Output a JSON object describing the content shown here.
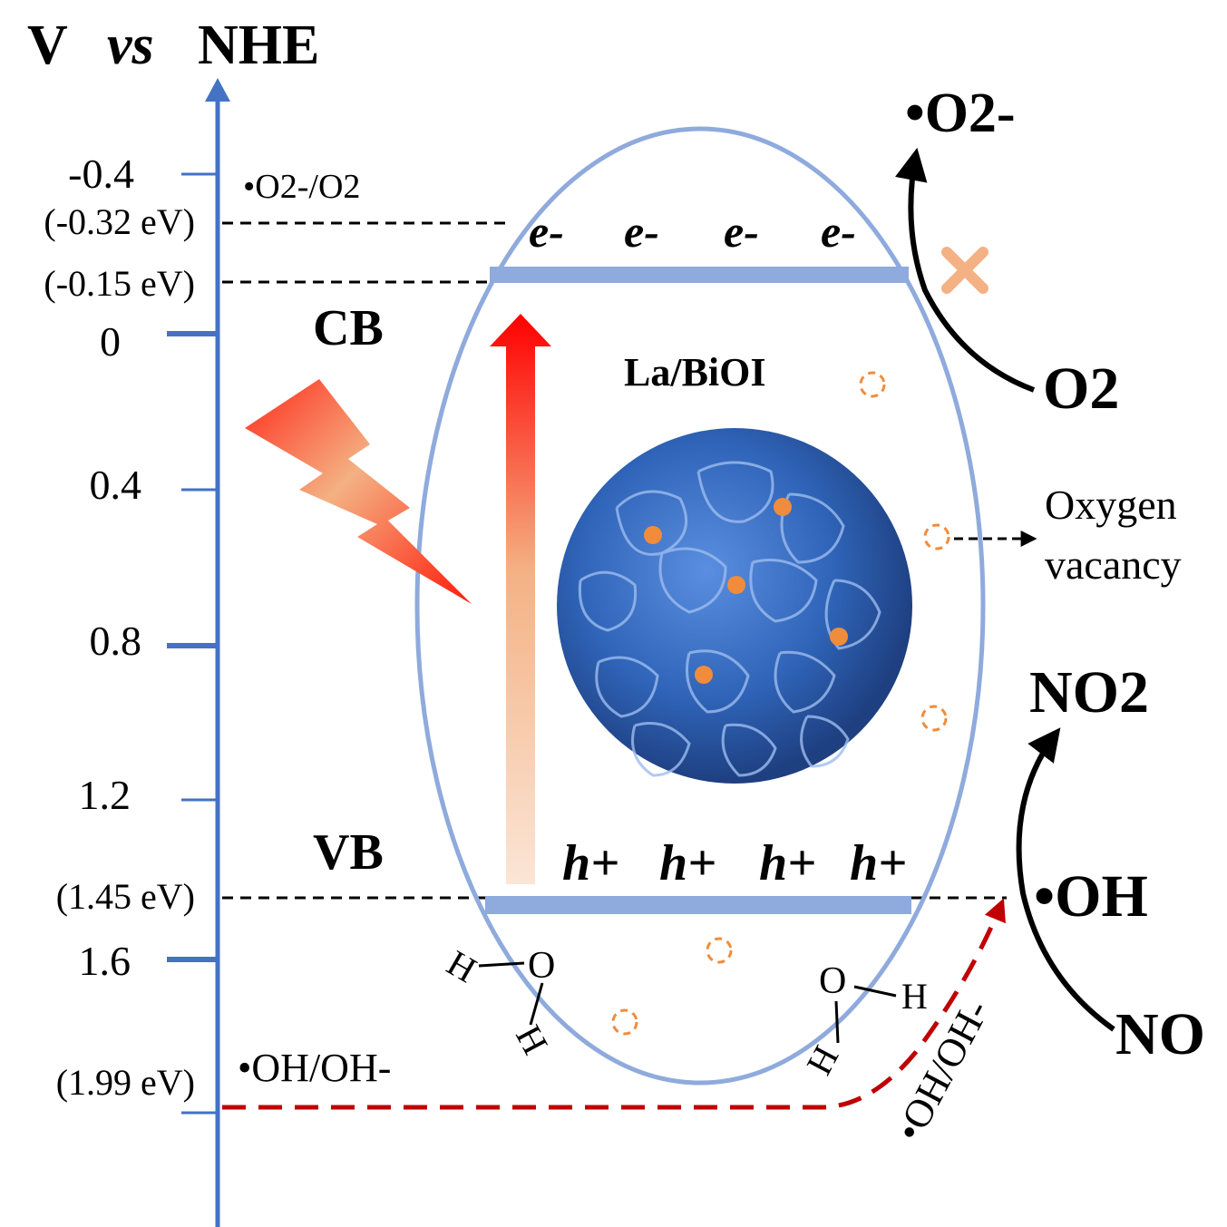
{
  "axis": {
    "title_v": "V",
    "title_vs": "vs",
    "title_nhe": "NHE",
    "ticks": [
      "-0.4",
      "0",
      "0.4",
      "0.8",
      "1.2",
      "1.6"
    ]
  },
  "levels": {
    "o2_potential": "(-0.32 eV)",
    "cb_potential": "(-0.15 eV)",
    "vb_potential": "(1.45 eV)",
    "oh_potential": "(1.99 eV)"
  },
  "couples": {
    "o2_couple": "•O2-/O2",
    "oh_couple_left": "•OH/OH-",
    "oh_couple_right": "•OH/OH-"
  },
  "bands": {
    "cb_label": "CB",
    "vb_label": "VB",
    "electron": "e-",
    "hole": "h+"
  },
  "material": {
    "name": "La/BiOI",
    "vacancy_label_line1": "Oxygen",
    "vacancy_label_line2": "vacancy"
  },
  "molecules": {
    "superoxide": "•O2-",
    "oxygen": "O2",
    "no2": "NO2",
    "hydroxyl": "•OH",
    "no": "NO",
    "water_h": "H",
    "water_o": "O"
  },
  "colors": {
    "axis": "#4472c4",
    "ellipse": "#8faadc",
    "band": "#8faadc",
    "lightning": "#ff2a1a",
    "excitation_arrow": "#ff1a1a",
    "vacancy": "#f08c3c",
    "red_dashed": "#c00000",
    "blocked_mark": "#f4b183",
    "sphere": "#3264b4"
  }
}
